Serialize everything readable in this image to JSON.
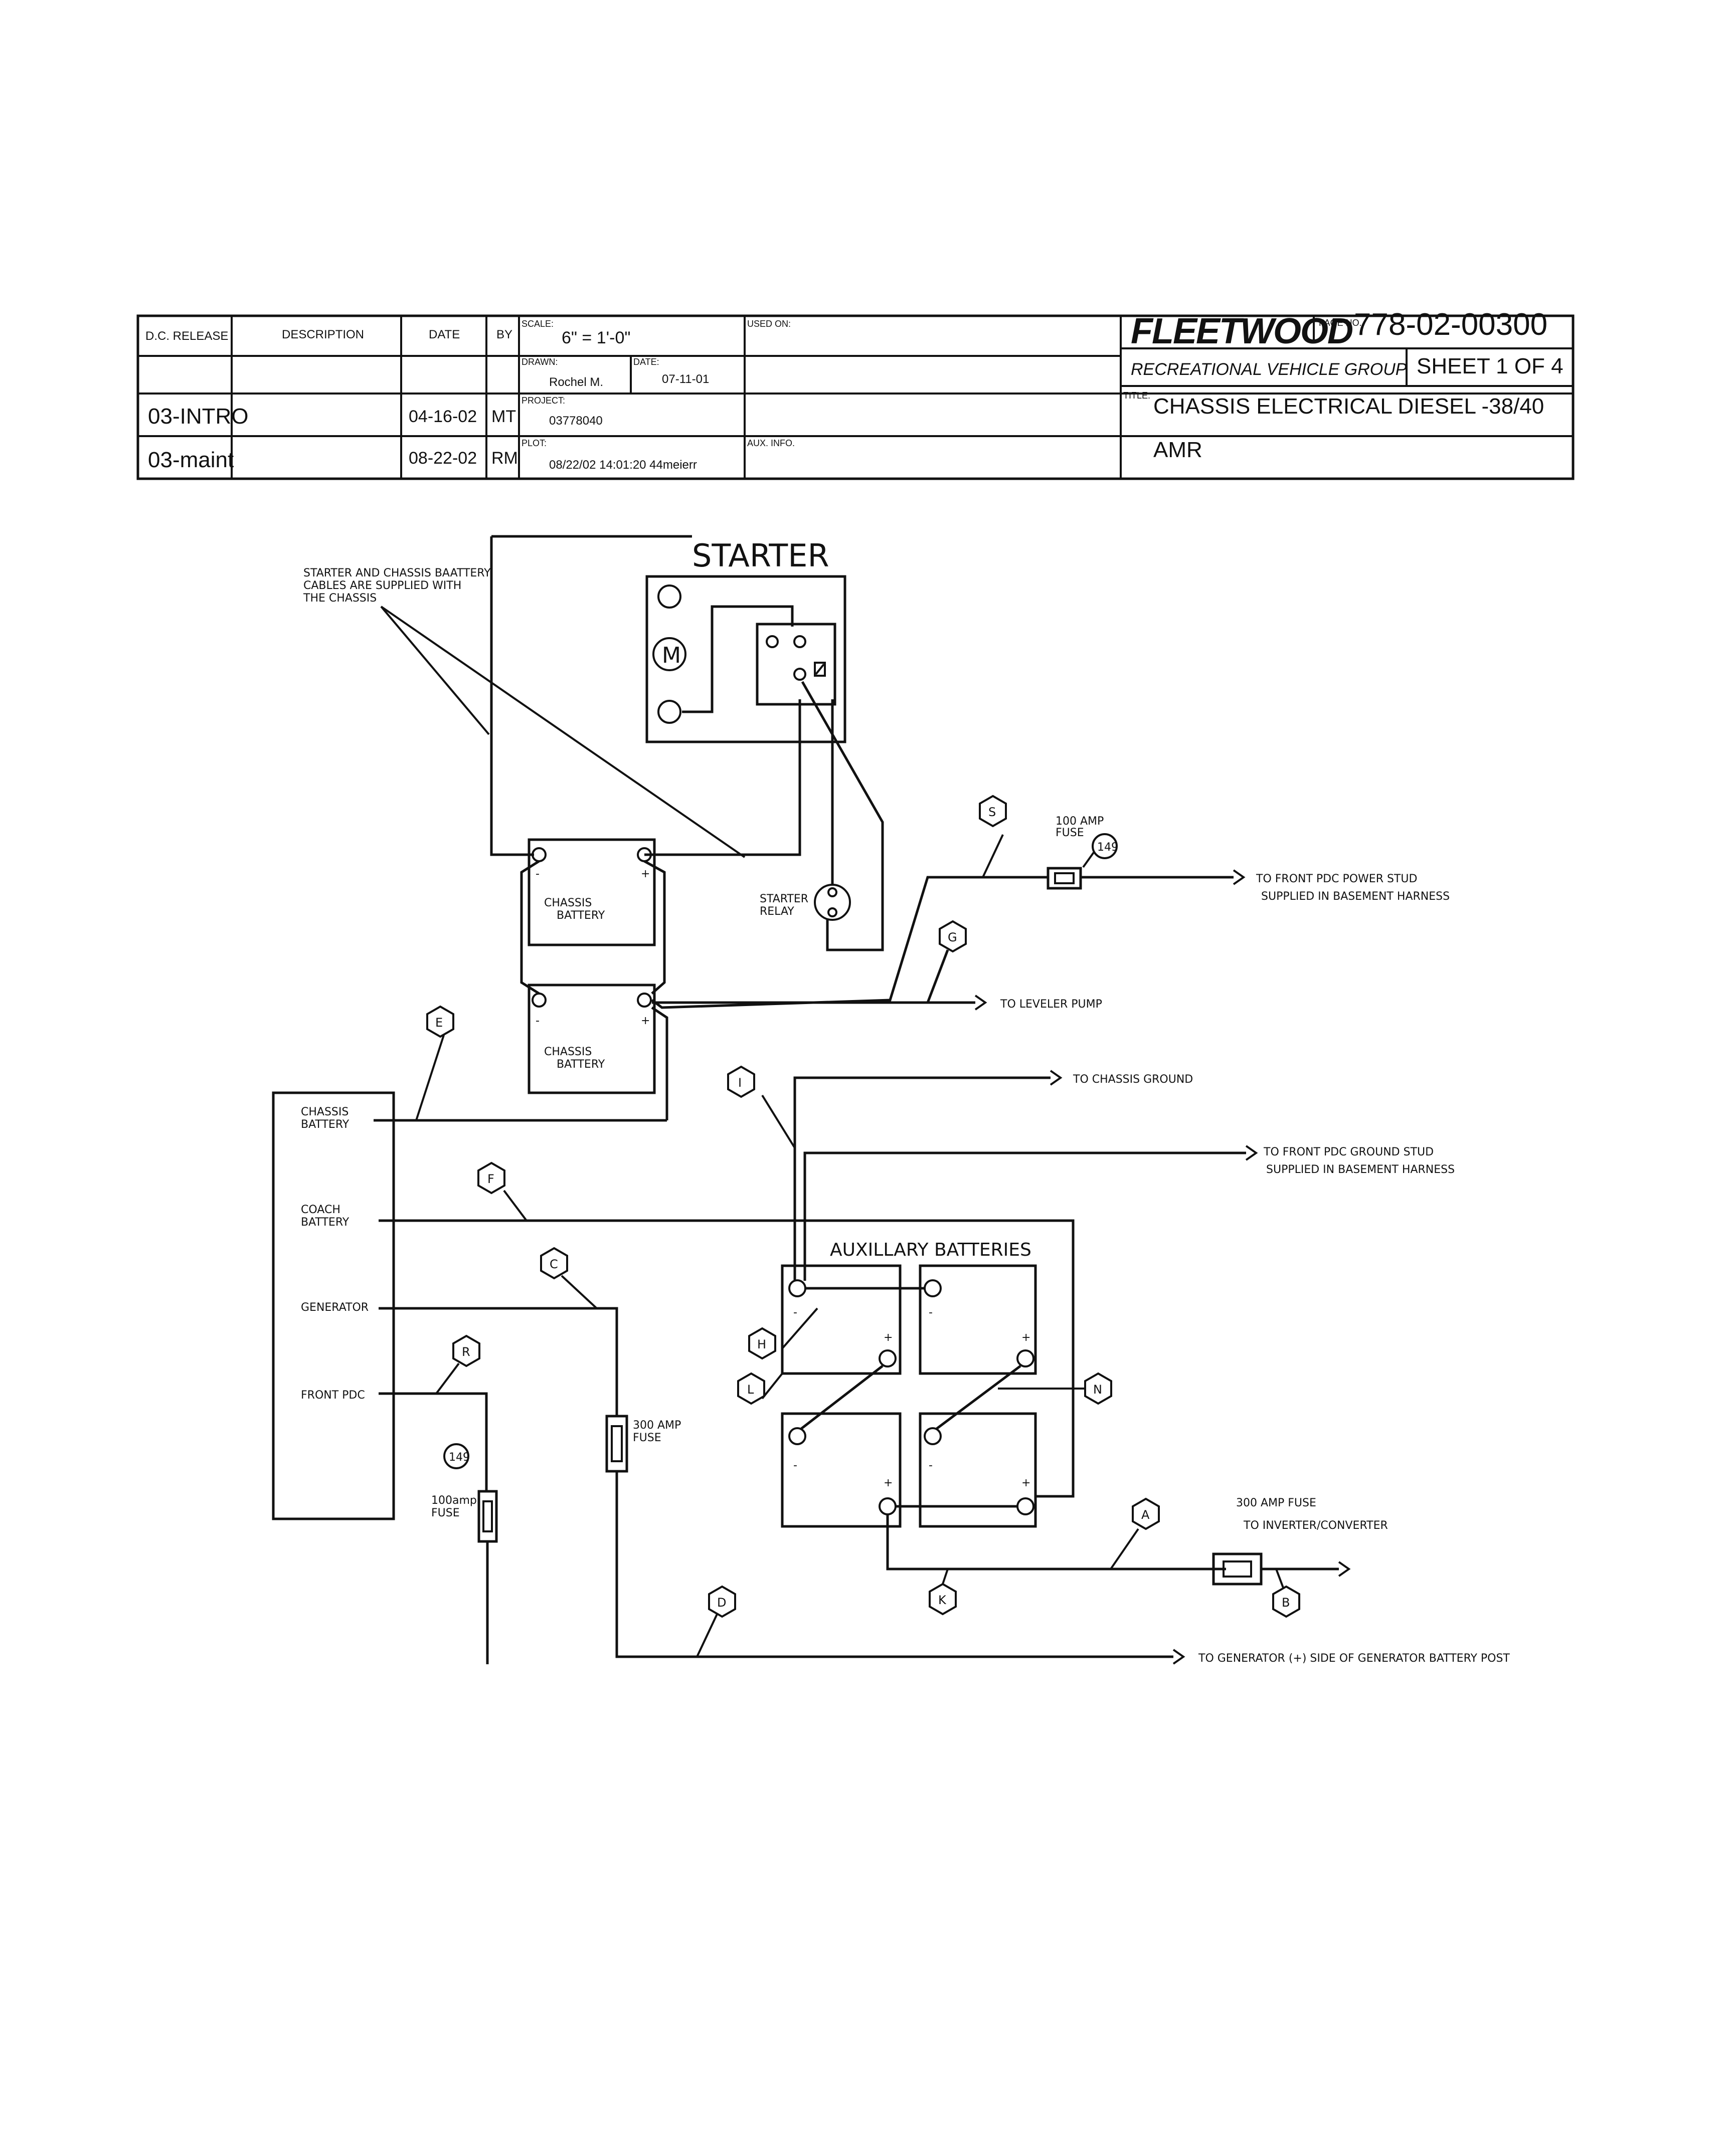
{
  "title_block": {
    "col_dc_release": "D.C. RELEASE",
    "col_description": "DESCRIPTION",
    "col_date": "DATE",
    "col_by": "BY",
    "scale_label": "SCALE:",
    "scale_value": "6\" = 1'-0\"",
    "used_on_label": "USED ON:",
    "drawn_label": "DRAWN:",
    "drawn_value": "Rochel M.",
    "date_label": "DATE:",
    "date_value": "07-11-01",
    "project_label": "PROJECT:",
    "project_value": "03778040",
    "plot_label": "PLOT:",
    "plot_value": "08/22/02 14:01:20 44meierr",
    "aux_label": "AUX. INFO.",
    "brand": "FLEETWOOD",
    "brand_sub": "RECREATIONAL VEHICLE GROUP",
    "page_no_label": "PAGE NO.",
    "page_no": "778-02-00300",
    "sheet": "SHEET 1 OF 4",
    "title_label": "TITLE:",
    "title": "CHASSIS ELECTRICAL DIESEL -38/40",
    "amr": "AMR",
    "revisions": [
      {
        "release": "03-INTRO",
        "date": "04-16-02",
        "by": "MT"
      },
      {
        "release": "03-maint",
        "date": "08-22-02",
        "by": "RM"
      }
    ]
  },
  "diagram": {
    "note": [
      "STARTER AND CHASSIS BAATTERY",
      "CABLES ARE SUPPLIED WITH",
      "THE CHASSIS"
    ],
    "starter": "STARTER",
    "motor": "M",
    "starter_relay": [
      "STARTER",
      "RELAY"
    ],
    "chassis_battery": [
      "CHASSIS",
      "BATTERY"
    ],
    "aux_batteries": "AUXILLARY BATTERIES",
    "fuse_100": [
      "100 AMP",
      "FUSE"
    ],
    "fuse_100amp": [
      "100amp",
      "FUSE"
    ],
    "fuse_300": [
      "300 AMP",
      "FUSE"
    ],
    "fuse_300_inverter": [
      "300 AMP FUSE",
      "TO INVERTER/CONVERTER"
    ],
    "circuit_149": "149",
    "pdc_panel": {
      "chassis_battery": [
        "CHASSIS",
        "BATTERY"
      ],
      "coach_battery": [
        "COACH",
        "BATTERY"
      ],
      "generator": "GENERATOR",
      "front_pdc": "FRONT PDC"
    },
    "destinations": {
      "front_pdc_power": [
        "TO FRONT PDC POWER STUD",
        "SUPPLIED IN BASEMENT HARNESS"
      ],
      "leveler_pump": "TO LEVELER PUMP",
      "chassis_ground": "TO CHASSIS GROUND",
      "front_pdc_ground": [
        "TO FRONT PDC GROUND STUD",
        "SUPPLIED IN BASEMENT HARNESS"
      ],
      "generator_post": "TO GENERATOR (+) SIDE OF GENERATOR BATTERY POST"
    },
    "plus": "+",
    "minus": "-",
    "wire_tags": {
      "S": "S",
      "G": "G",
      "E": "E",
      "I": "I",
      "F": "F",
      "C": "C",
      "H": "H",
      "L": "L",
      "N": "N",
      "R": "R",
      "A": "A",
      "K": "K",
      "B": "B",
      "D": "D"
    }
  }
}
